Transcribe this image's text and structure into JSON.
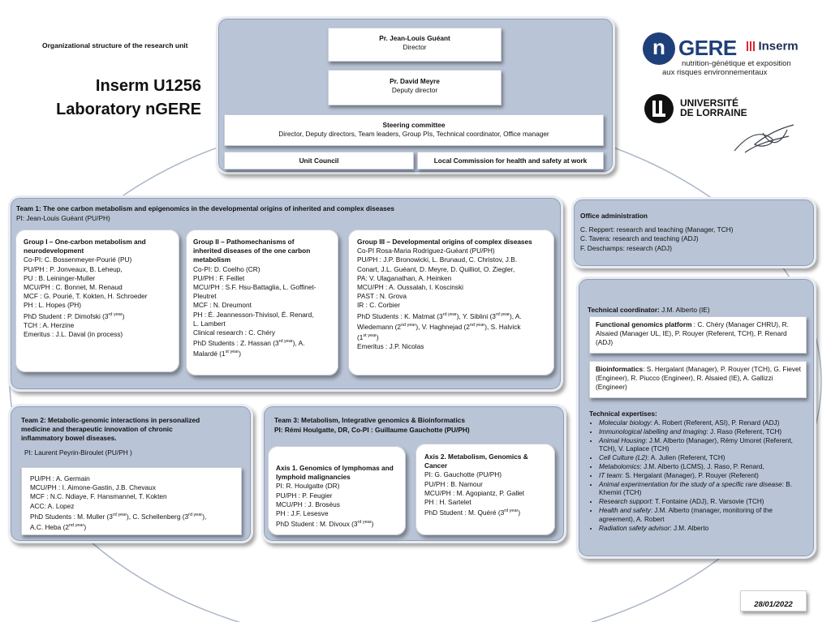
{
  "header": {
    "subtitle": "Organizational structure of the research unit",
    "title_line1": "Inserm U1256",
    "title_line2": "Laboratory nGERE"
  },
  "logos": {
    "ngere_n": "n",
    "ngere_rest": "GERE",
    "inserm": "Inserm",
    "tagline1": "nutrition-génétique et exposition",
    "tagline2": "aux risques environnementaux",
    "univ1": "UNIVERSITÉ",
    "univ2": "DE LORRAINE"
  },
  "direction": {
    "director_name": "Pr. Jean-Louis Guéant",
    "director_role": "Director",
    "deputy_name": "Pr. David Meyre",
    "deputy_role": "Deputy director",
    "steering_title": "Steering committee",
    "steering_members": "Director, Deputy directors, Team leaders, Group PIs, Technical coordinator, Office manager",
    "unit_council": "Unit Council",
    "local_commission": "Local Commission for health and safety at work"
  },
  "team1": {
    "title": "Team 1: The one carbon metabolism and epigenomics in the developmental origins of inherited and complex diseases",
    "pi": "PI: Jean-Louis Guéant (PU/PH)",
    "group1": {
      "title1": "Group I – One-carbon metabolism and",
      "title2": "neurodevelopment",
      "lines": [
        "Co-PI: C. Bossenmeyer-Pourié (PU)",
        "PU/PH : P. Jonveaux, B. Leheup,",
        "PU : B. Leininger-Muller",
        "MCU/PH : C. Bonnet, M. Renaud",
        "MCF : G. Pourié, T. Kokten, H. Schroeder",
        "PH : L. Hopes (PH)"
      ],
      "phd_a": "PhD Student : P. Dimofski (3",
      "phd_sup": "rd year",
      "phd_b": ")",
      "lines2": [
        "TCH : A. Herzine",
        "Emeritus : J.L. Daval (in process)"
      ]
    },
    "group2": {
      "title1": "Group II – Pathomechanisms of",
      "title2": "inherited diseases of the one carbon",
      "title3": "metabolism",
      "lines": [
        "Co-PI: D. Coelho (CR)",
        "PU/PH : F. Feillet",
        "MCU/PH : S.F. Hsu-Battaglia, L. Goffinet-",
        "Pleutret",
        "MCF : N. Dreumont",
        "PH : É. Jeannesson-Thivisol, É. Renard,",
        "L. Lambert",
        "Clinical research : C. Chéry"
      ],
      "phd_a": "PhD Students : Z. Hassan (3",
      "phd_sup1": "rd year",
      "phd_b": "), A.",
      "phd_c": "Malardé (1",
      "phd_sup2": "st year",
      "phd_d": ")"
    },
    "group3": {
      "title": "Group III – Developmental origins of complex diseases",
      "lines": [
        "Co-PI Rosa-Maria Rodriguez-Guéant (PU/PH)",
        "PU/PH : J.P. Bronowicki, L. Brunaud, C. Christov, J.B.",
        "Conart, J.L. Guéant, D. Meyre, D. Quilliot, O. Ziegler,",
        "PA: V. Ulaganathan, A. Heinken",
        "MCU/PH : A. Oussalah, I. Koscinski",
        "PAST : N. Grova",
        "IR : C. Corbier"
      ],
      "phd_a": "PhD Students : K. Matmat (3",
      "phd_sup1": "rd year",
      "phd_b": "), Y. Siblini (3",
      "phd_sup2": "rd year",
      "phd_c": "), A.",
      "phd_d": "Wiedemann (2",
      "phd_sup3": "nd year",
      "phd_e": "), V. Haghnejad (2",
      "phd_sup4": "nd year",
      "phd_f": "), S. Halvick",
      "phd_g": "(1",
      "phd_sup5": "st year",
      "phd_h": ")",
      "emeritus": "Emeritus : J.P. Nicolas"
    }
  },
  "team2": {
    "title1": "Team 2: Metabolic-genomic interactions in personalized",
    "title2": "medicine and therapeutic innovation of chronic",
    "title3": "inflammatory bowel diseases.",
    "pi": "PI: Laurent Peyrin-Biroulet (PU/PH )",
    "lines": [
      "PU/PH : A. Germain",
      "MCU/PH : I. Aimone-Gastin, J.B. Chevaux",
      "MCF : N.C. Ndiaye, F. Hansmannel, T. Kokten",
      "ACC: A. Lopez"
    ],
    "phd_a": "PhD Students : M. Muller (3",
    "phd_sup1": "rd year",
    "phd_b": "), C. Schellenberg (3",
    "phd_sup2": "rd year",
    "phd_c": "),",
    "phd_d": "A.C. Heba (2",
    "phd_sup3": "nd year",
    "phd_e": ")"
  },
  "team3": {
    "title": "Team 3: Metabolism, Integrative genomics & Bioinformatics",
    "pi": "PI: Rémi Houlgatte, DR, Co-PI : Guillaume Gauchotte (PU/PH)",
    "axis1": {
      "title1": "Axis 1. Genomics of lymphomas and",
      "title2": "lymphoid malignancies",
      "lines": [
        "PI: R. Houlgatte (DR)",
        "PU/PH : P. Feugier",
        "MCU/PH : J. Broséus",
        "PH : J.F. Lesesve"
      ],
      "phd_a": "PhD Student : M. Divoux (3",
      "phd_sup": "rd year",
      "phd_b": ")"
    },
    "axis2": {
      "title1": "Axis 2. Metabolism, Genomics &",
      "title2": "Cancer",
      "lines": [
        "PI: G. Gauchotte (PU/PH)",
        "PU/PH : B. Namour",
        "MCU/PH : M. Agopiantz, P. Gallet",
        "PH : H. Sartelet"
      ],
      "phd_a": "PhD Student :  M. Quéré (3",
      "phd_sup": "rd year",
      "phd_b": ")"
    }
  },
  "office": {
    "title": "Office administration",
    "lines": [
      "C. Reppert: research and teaching (Manager, TCH)",
      "C. Tavera: research and teaching (ADJ)",
      "F. Deschamps: research (ADJ)"
    ]
  },
  "technical": {
    "coord_label": "Technical coordinator:",
    "coord_name": " J.M. Alberto (IE)",
    "platform_label": "Functional genomics platform",
    "platform_text": " : C. Chéry (Manager CHRU), R. Alsaied (Manager UL, IE), P. Rouyer (Referent, TCH), P. Renard (ADJ)",
    "bio_label": "Bioinformatics",
    "bio_text": ": S. Hergalant (Manager), P. Rouyer (TCH),  G. Fievet (Engineer), R. Piucco (Engineer), R. Alsaied (IE), A. Gallizzi (Engineer)",
    "expertises_title": "Technical expertises:",
    "expertises": [
      {
        "label": "Molecular biology",
        "text": ": A. Robert (Referent, ASI), P. Renard (ADJ)"
      },
      {
        "label": "Immunological labelling and Imaging",
        "text": ": J. Raso (Referent, TCH)"
      },
      {
        "label": "Animal Housing",
        "text": ": J.M. Alberto (Manager), Rémy Umoret (Referent, TCH), V. Laplace (TCH)"
      },
      {
        "label": "Cell Culture (L2)",
        "text": ": A. Julien (Referent, TCH)"
      },
      {
        "label": "Metabolomics",
        "text": ": J.M. Alberto (LCMS), J. Raso, P. Renard,"
      },
      {
        "label": "IT team",
        "text": ": S. Hergalant (Manager), P. Rouyer (Referent)"
      },
      {
        "label": "Animal experimentation for the study of a specific rare disease",
        "text": ": B. Khemiri (TCH)"
      },
      {
        "label": "Research support",
        "text": ": T. Fontaine (ADJ), R. Varsovie (TCH)"
      },
      {
        "label": "Health and safety",
        "text": ": J.M. Alberto (manager, monitoring of the agreement), A. Robert"
      },
      {
        "label": "Radiation safety advisor",
        "text": ": J.M. Alberto"
      }
    ]
  },
  "footer": {
    "date": "28/01/2022"
  },
  "colors": {
    "pane": "#b9c4d6",
    "ngere_blue": "#1f3f7a",
    "inserm_red": "#d7262f"
  }
}
